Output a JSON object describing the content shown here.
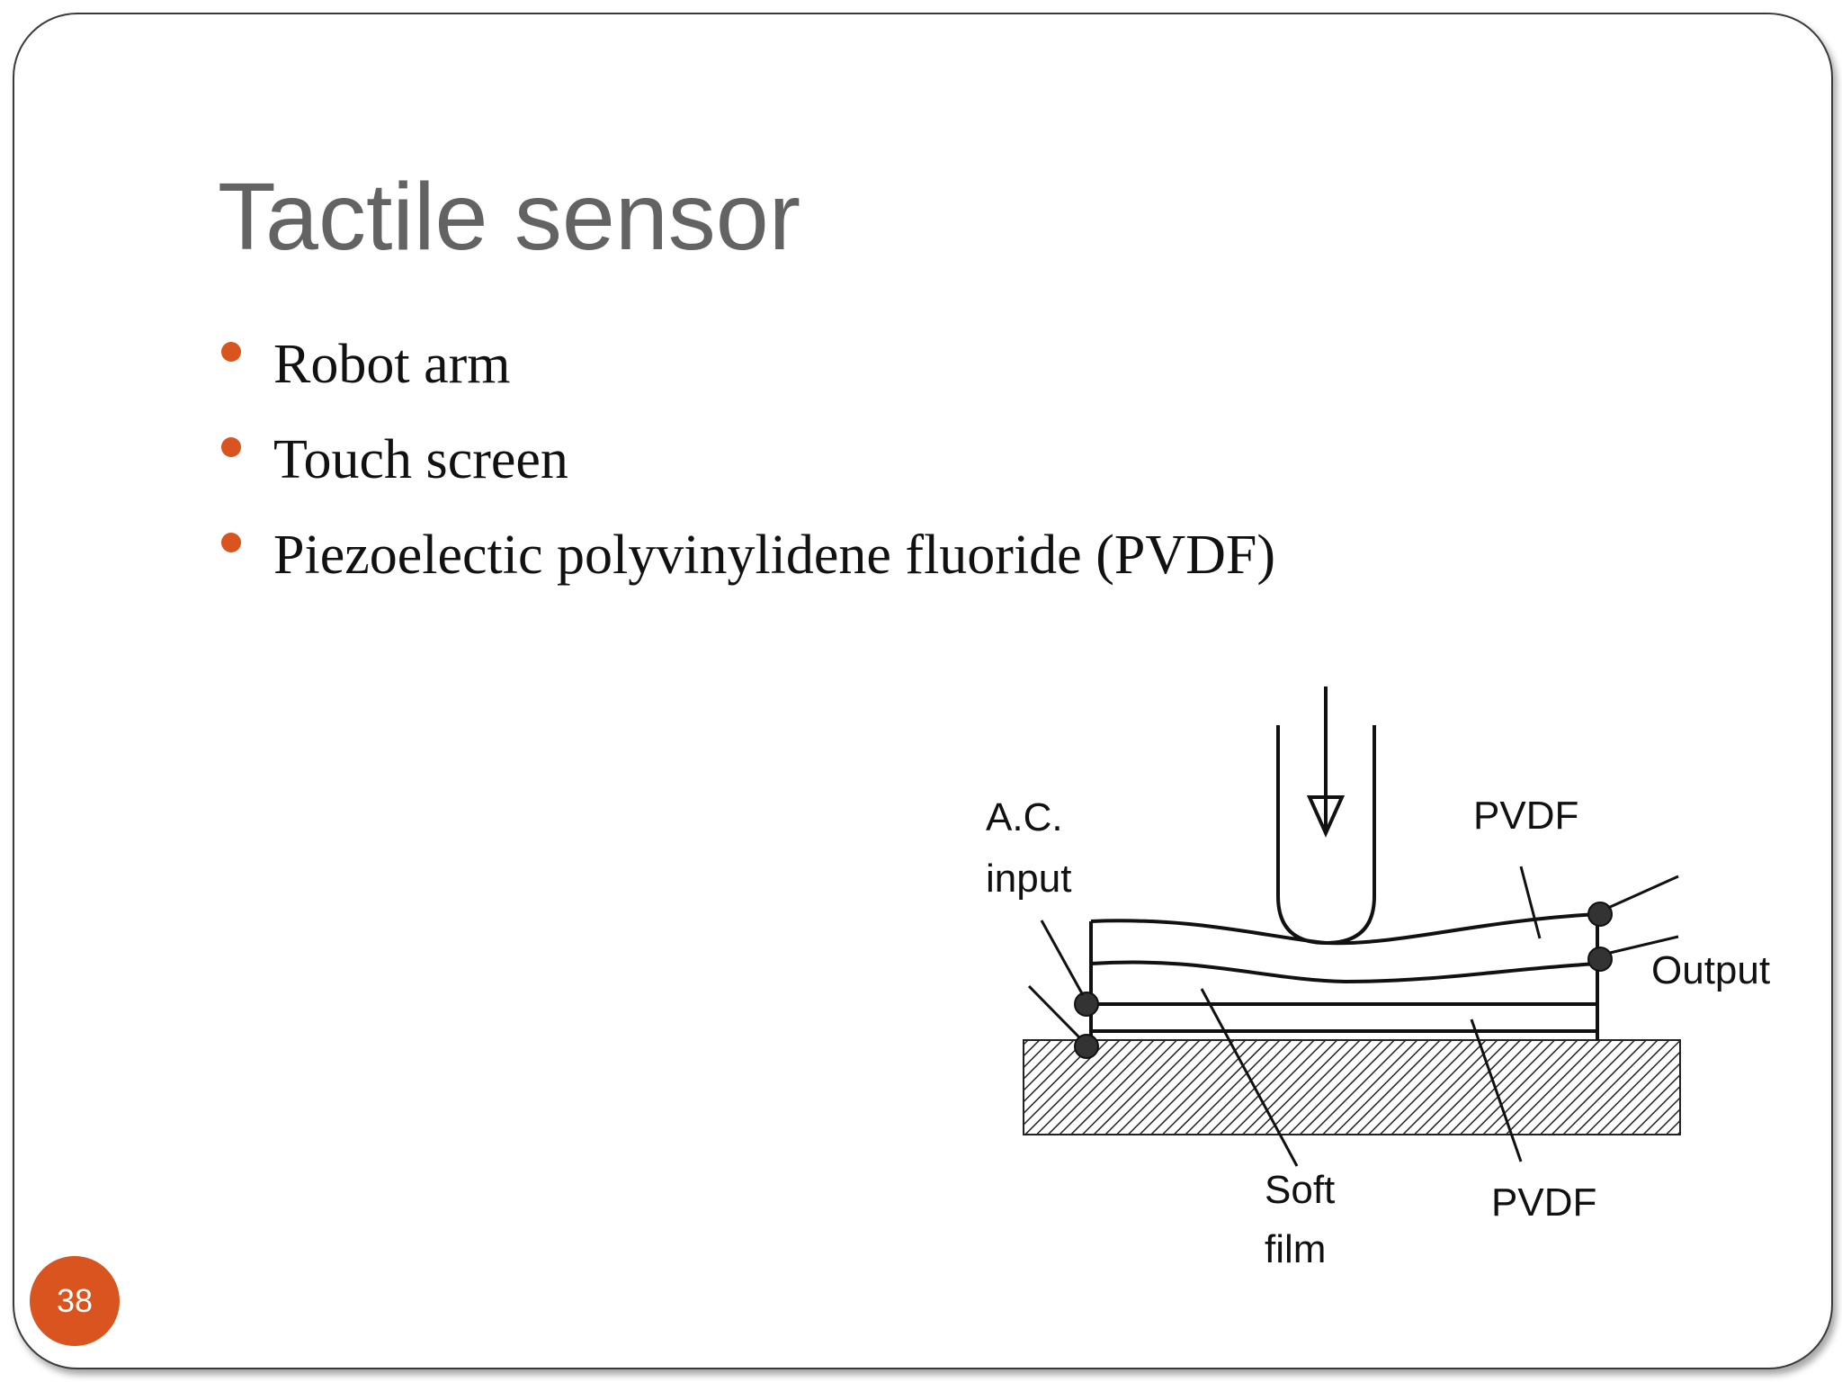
{
  "slide": {
    "title": "Tactile sensor",
    "bullets": [
      "Robot arm",
      "Touch screen",
      "Piezoelectic polyvinylidene fluoride (PVDF)"
    ],
    "slide_number": "38",
    "accent_color": "#d9541e"
  },
  "diagram": {
    "labels": {
      "ac_input_line1": "A.C.",
      "ac_input_line2": "input",
      "pvdf_top": "PVDF",
      "output": "Output",
      "soft_film_line1": "Soft",
      "soft_film_line2": "film",
      "pvdf_bottom": "PVDF"
    }
  }
}
